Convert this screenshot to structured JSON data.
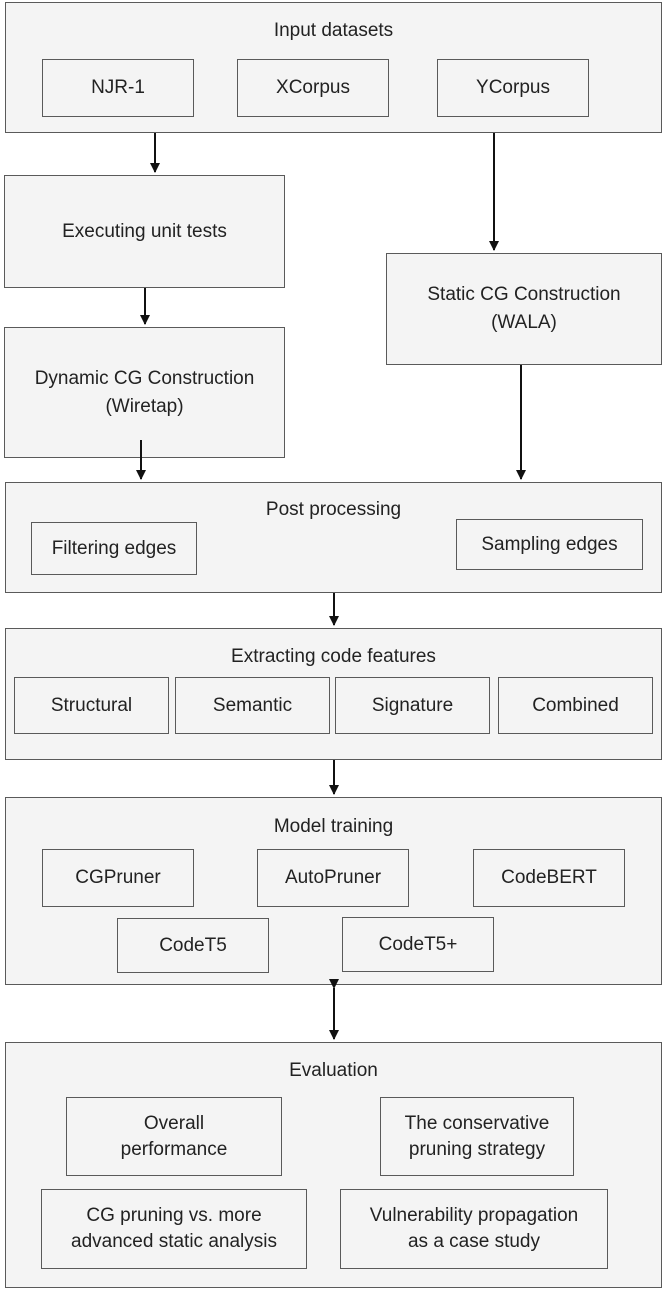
{
  "input_datasets": {
    "title": "Input datasets",
    "items": [
      "NJR-1",
      "XCorpus",
      "YCorpus"
    ]
  },
  "executing_unit_tests": {
    "label": "Executing unit tests"
  },
  "dynamic_cg": {
    "label": "Dynamic CG Construction\n(Wiretap)"
  },
  "static_cg": {
    "label": "Static CG Construction\n(WALA)"
  },
  "post_processing": {
    "title": "Post processing",
    "items": [
      "Filtering edges",
      "Sampling edges"
    ]
  },
  "code_features": {
    "title": "Extracting code features",
    "items": [
      "Structural",
      "Semantic",
      "Signature",
      "Combined"
    ]
  },
  "model_training": {
    "title": "Model training",
    "items": [
      "CGPruner",
      "AutoPruner",
      "CodeBERT",
      "CodeT5",
      "CodeT5+"
    ]
  },
  "evaluation": {
    "title": "Evaluation",
    "items": [
      "Overall\nperformance",
      "The conservative\npruning strategy",
      "CG pruning vs. more\nadvanced static analysis",
      "Vulnerability propagation\nas a case study"
    ]
  }
}
